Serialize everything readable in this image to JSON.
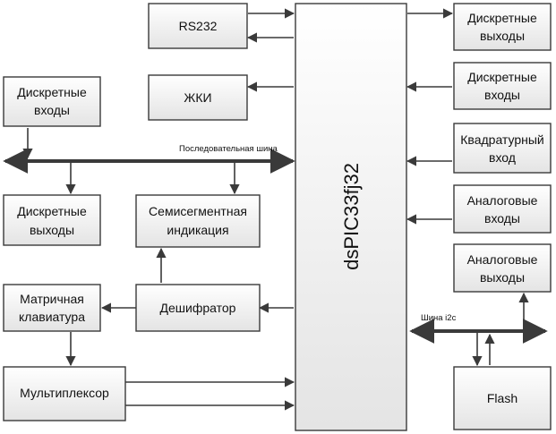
{
  "mcu": {
    "label": "dsPIC33fj32"
  },
  "blocks": {
    "rs232": "RS232",
    "lcd": "ЖКИ",
    "right_dout": [
      "Дискретные",
      "выходы"
    ],
    "right_din": [
      "Дискретные",
      "входы"
    ],
    "quadrature": [
      "Квадратурный",
      "вход"
    ],
    "analog_in": [
      "Аналоговые",
      "входы"
    ],
    "analog_out": [
      "Аналоговые",
      "выходы"
    ],
    "flash": "Flash",
    "left_din": [
      "Дискретные",
      "входы"
    ],
    "left_dout": [
      "Дискретные",
      "выходы"
    ],
    "seven_seg": [
      "Семисегментная",
      "индикация"
    ],
    "decoder": "Дешифратор",
    "keypad": [
      "Матричная",
      "клавиатура"
    ],
    "mux": "Мультиплексор"
  },
  "buses": {
    "serial": "Последовательная шина",
    "i2c": "Шина i2c"
  }
}
